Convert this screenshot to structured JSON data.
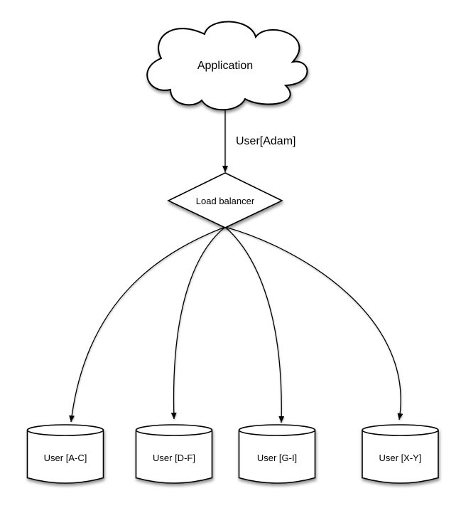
{
  "diagram": {
    "cloud": {
      "label": "Application"
    },
    "request_edge": {
      "label": "User[Adam]"
    },
    "router": {
      "label": "Load balancer"
    },
    "shards": [
      {
        "label": "User [A-C]"
      },
      {
        "label": "User [D-F]"
      },
      {
        "label": "User [G-I]"
      },
      {
        "label": "User [X-Y]"
      }
    ],
    "colors": {
      "stroke": "#000000",
      "fill": "#ffffff",
      "background": "#ffffff",
      "text": "#000000"
    }
  }
}
